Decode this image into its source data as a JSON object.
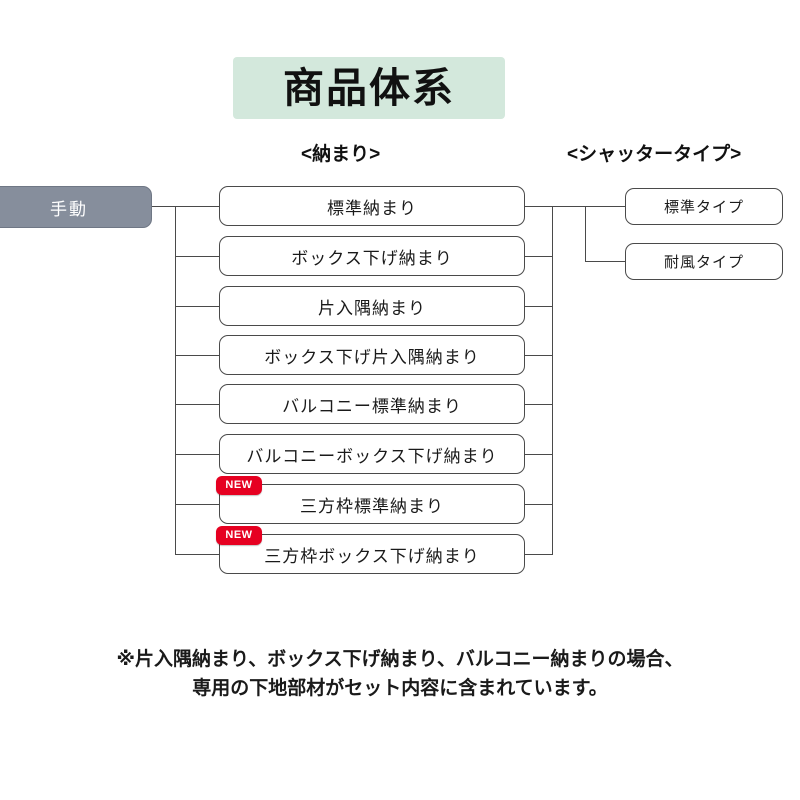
{
  "title": {
    "text": "商品体系",
    "background_color": "#d3e8dc"
  },
  "headings": {
    "osamari": "<納まり>",
    "shutter": "<シャッタータイプ>"
  },
  "root": {
    "label": "手動",
    "background_color": "#868e9c",
    "text_color": "#ffffff"
  },
  "osamari_nodes": [
    {
      "label": "標準納まり",
      "new": false
    },
    {
      "label": "ボックス下げ納まり",
      "new": false
    },
    {
      "label": "片入隅納まり",
      "new": false
    },
    {
      "label": "ボックス下げ片入隅納まり",
      "new": false
    },
    {
      "label": "バルコニー標準納まり",
      "new": false
    },
    {
      "label": "バルコニーボックス下げ納まり",
      "new": false
    },
    {
      "label": "三方枠標準納まり",
      "new": true
    },
    {
      "label": "三方枠ボックス下げ納まり",
      "new": true
    }
  ],
  "badge": {
    "label": "NEW",
    "color": "#e60021"
  },
  "shutter_nodes": [
    {
      "label": "標準タイプ"
    },
    {
      "label": "耐風タイプ"
    }
  ],
  "footnote": {
    "line1": "※片入隅納まり、ボックス下げ納まり、バルコニー納まりの場合、",
    "line2": "専用の下地部材がセット内容に含まれています。"
  }
}
